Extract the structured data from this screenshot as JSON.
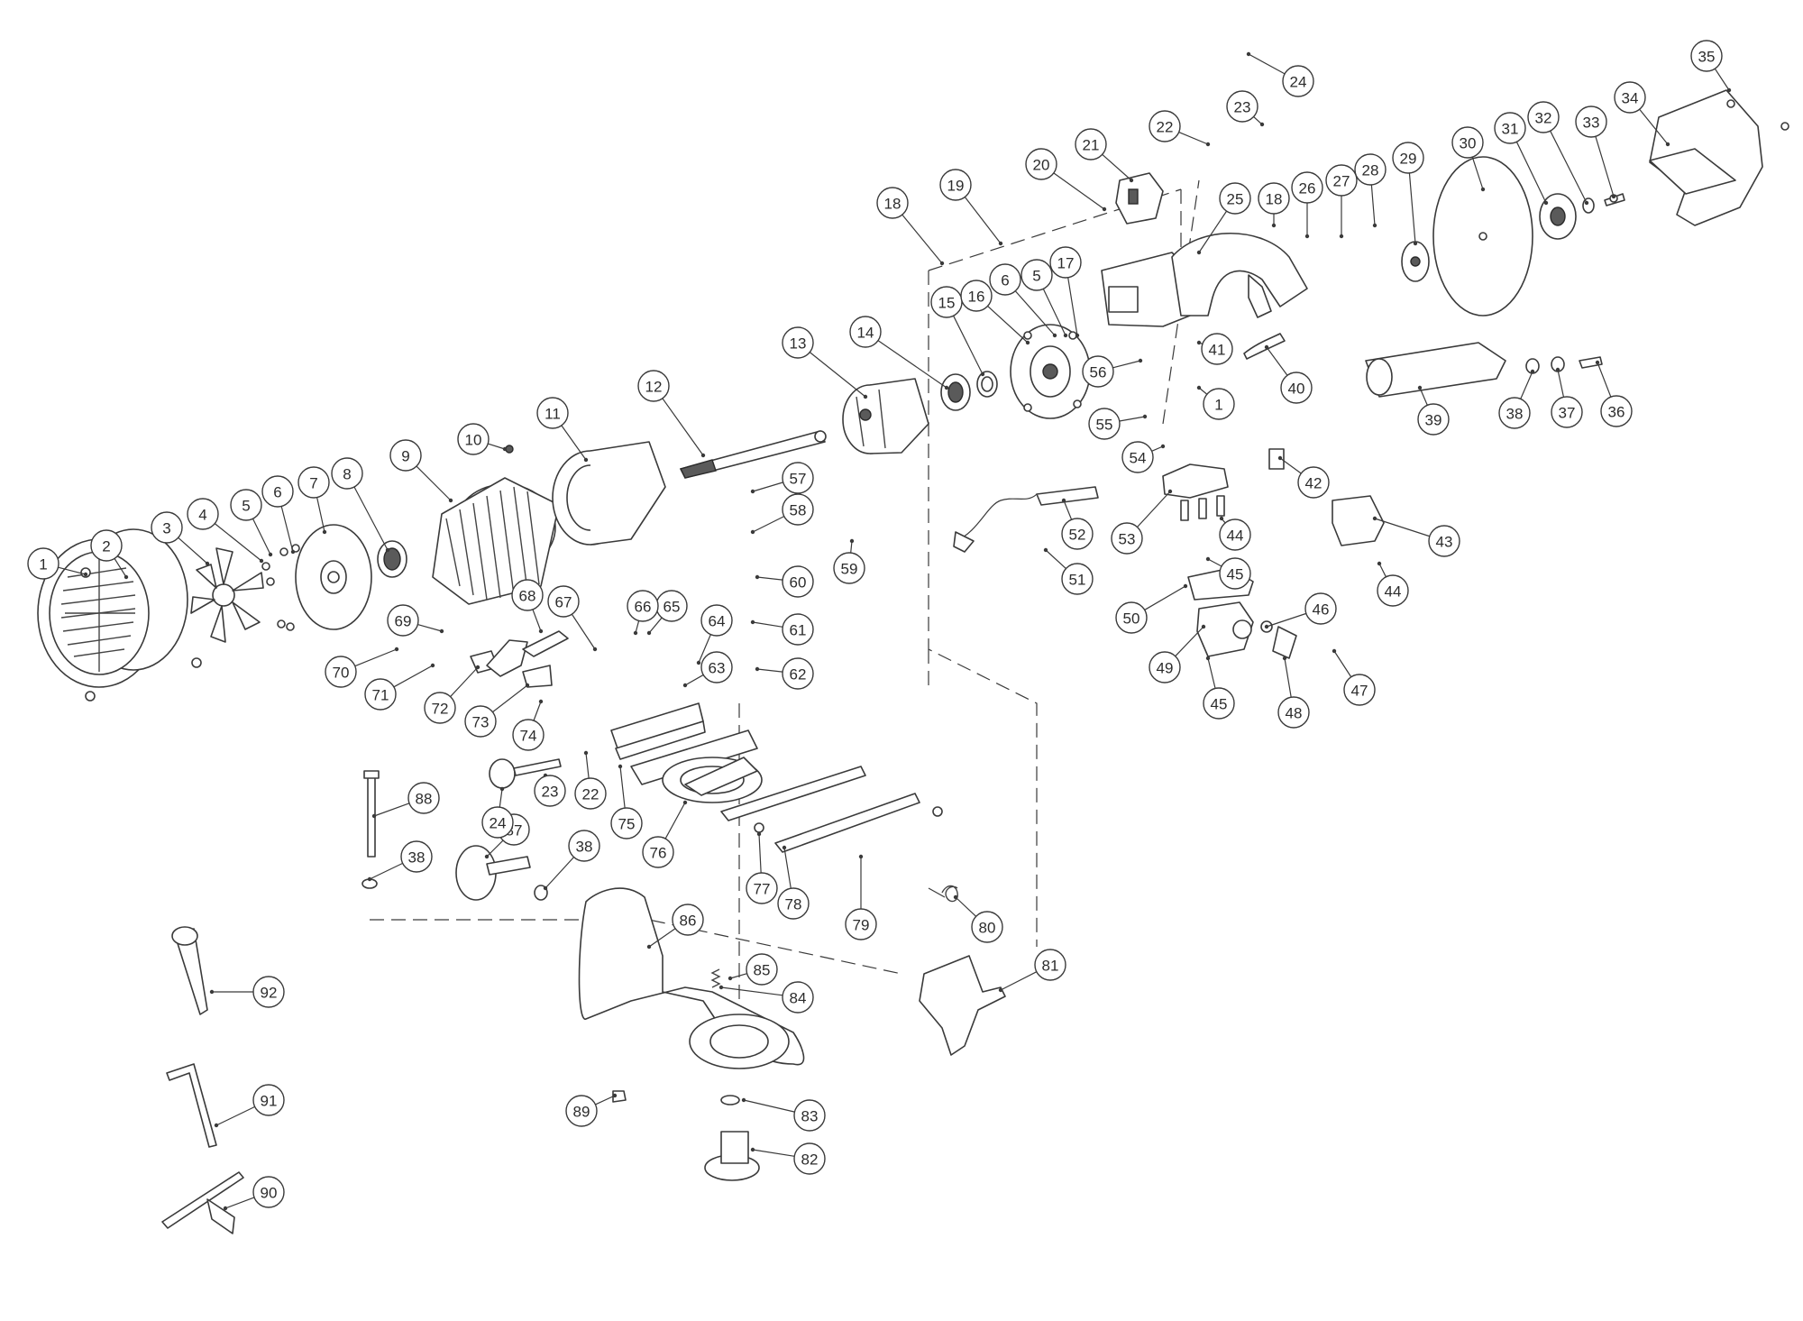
{
  "callouts": [
    "1",
    "2",
    "3",
    "4",
    "5",
    "6",
    "7",
    "8",
    "9",
    "10",
    "11",
    "12",
    "13",
    "14",
    "15",
    "16",
    "17",
    "18",
    "19",
    "20",
    "21",
    "22",
    "23",
    "24",
    "25",
    "26",
    "27",
    "28",
    "29",
    "30",
    "31",
    "32",
    "33",
    "34",
    "35",
    "36",
    "37",
    "38",
    "39",
    "40",
    "41",
    "42",
    "43",
    "44",
    "45",
    "46",
    "47",
    "48",
    "49",
    "50",
    "51",
    "52",
    "53",
    "54",
    "55",
    "56",
    "57",
    "58",
    "59",
    "60",
    "61",
    "62",
    "63",
    "64",
    "65",
    "66",
    "67",
    "68",
    "69",
    "70",
    "71",
    "72",
    "73",
    "74",
    "75",
    "76",
    "77",
    "78",
    "79",
    "80",
    "81",
    "82",
    "83",
    "84",
    "85",
    "86",
    "87",
    "88",
    "89",
    "90",
    "91",
    "92"
  ]
}
